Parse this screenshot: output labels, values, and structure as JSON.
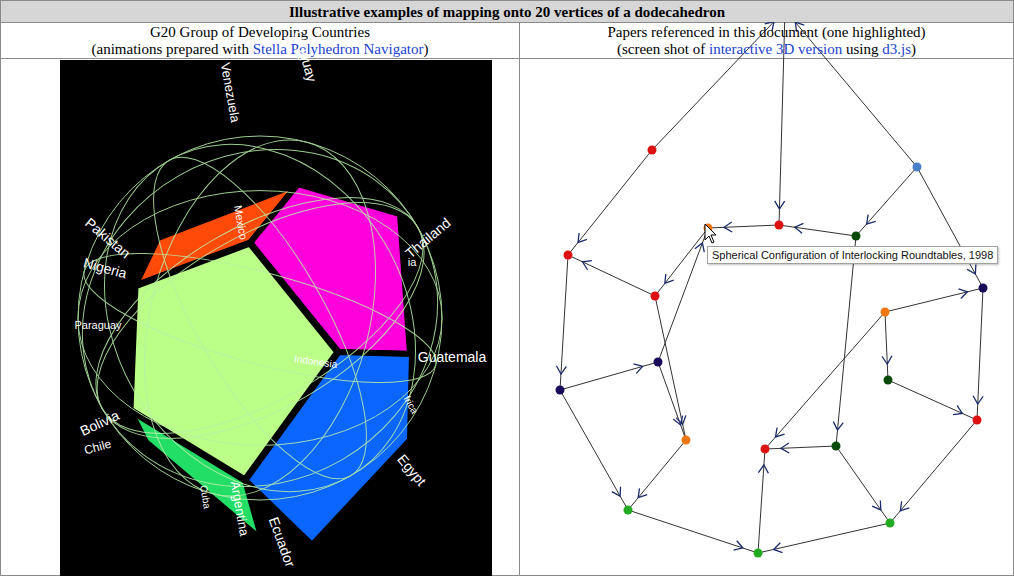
{
  "diagram": {
    "title": "Illustrative examples of mapping onto 20 vertices of a dodecahedron",
    "nodes": [
      {
        "text": [
          "G20 Group of Developing Countries",
          "(animations prepared with",
          "Stella Polyhedron Navigator",
          ")"
        ]
      },
      {
        "text": [
          "Papers referenced in this document (one highlighted)",
          "(screen shot of",
          "interactive 3D version",
          "using",
          "d3.js",
          ")"
        ]
      },
      {
        "text": [
          "Spherical Configuration of Interlocking Roundtables, 1998"
        ]
      }
    ],
    "labels": [
      "Venezuela",
      "Uruguay",
      "Pakistan",
      "Mexico",
      "Nigeria",
      "Thailand",
      "ia",
      "Paraguay",
      "Indonesia",
      "Guatemala",
      "Bolivia",
      "Chile",
      "frica",
      "Egypt",
      "Cuba",
      "Argentina",
      "Ecuador"
    ]
  }
}
